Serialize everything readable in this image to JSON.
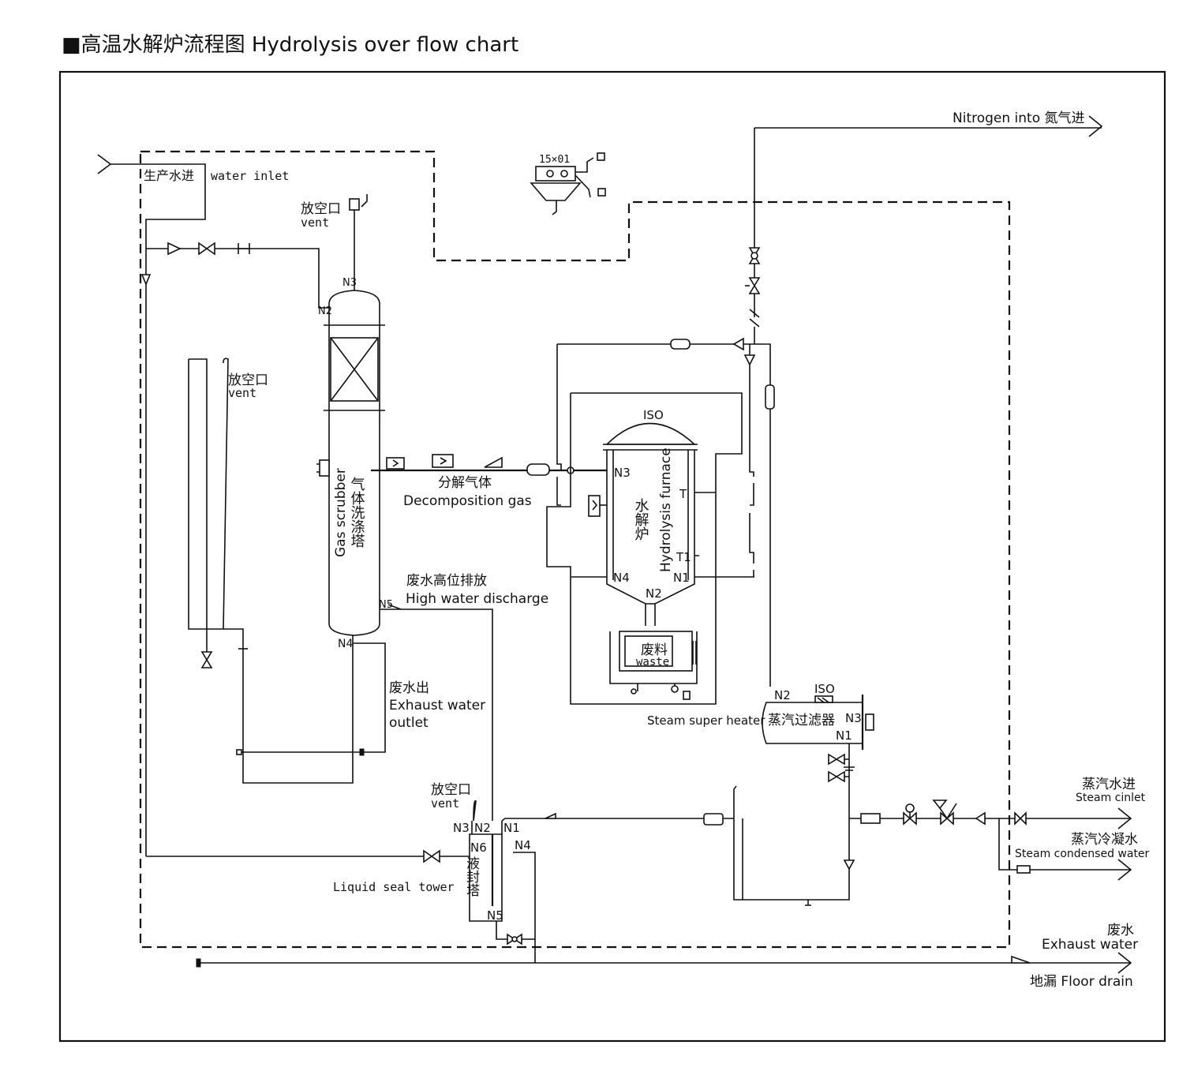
{
  "title": "■高温水解炉流程图  Hydrolysis over flow chart",
  "labels": {
    "nitrogen_into": "Nitrogen into 氮气进",
    "water_inlet_cn": "生产水进",
    "water_inlet_en": "water inlet",
    "vent_cn": "放空口",
    "vent_en": "vent",
    "instrument_code": "15×01",
    "gas_scrubber_en": "Gas scrubber",
    "gas_scrubber_cn": "气体洗涤塔",
    "decomposition_cn": "分解气体",
    "decomposition_en": "Decomposition gas",
    "high_discharge_cn": "废水高位排放",
    "high_discharge_en": "High water discharge",
    "exhaust_outlet_cn": "废水出",
    "exhaust_outlet_en1": "Exhaust water",
    "exhaust_outlet_en2": "outlet",
    "furnace_cn": "水解炉",
    "furnace_en": "Hydrolysis furnace",
    "waste_cn": "废料",
    "waste_en": "waste",
    "steam_super_heater": "Steam super heater",
    "steam_filter_cn": "蒸汽过滤器",
    "liquid_seal_en": "Liquid seal tower",
    "liquid_seal_cn": "液封塔",
    "steam_inlet_cn": "蒸汽水进",
    "steam_inlet_en": "Steam cinlet",
    "steam_condensed_cn": "蒸汽冷凝水",
    "steam_condensed_en": "Steam condensed water",
    "exhaust_water_cn": "废水",
    "exhaust_water_en": "Exhaust water",
    "floor_drain": "地漏 Floor drain"
  },
  "nozzles": {
    "n1": "N1",
    "n2": "N2",
    "n3": "N3",
    "n4": "N4",
    "n5": "N5",
    "n6": "N6",
    "t": "T",
    "t1": "T1",
    "iso": "ISO"
  }
}
